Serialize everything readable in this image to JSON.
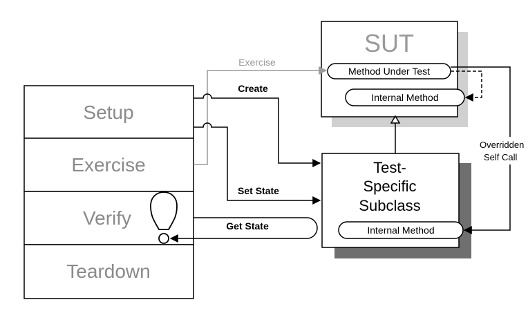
{
  "test_phases": {
    "setup": "Setup",
    "exercise": "Exercise",
    "verify": "Verify",
    "teardown": "Teardown"
  },
  "sut": {
    "title": "SUT",
    "method_under_test": "Method Under Test",
    "internal_method": "Internal Method"
  },
  "subclass": {
    "title_line1": "Test-",
    "title_line2": "Specific",
    "title_line3": "Subclass",
    "internal_method": "Internal Method"
  },
  "arrows": {
    "exercise": "Exercise",
    "create": "Create",
    "set_state": "Set State",
    "get_state": "Get State",
    "overridden_line1": "Overridden",
    "overridden_line2": "Self Call"
  },
  "icons": [
    "lightbulb-icon",
    "verify-circle-icon"
  ],
  "colors": {
    "phase_text": "#8a8a8a",
    "sut_title": "#9a9a9a",
    "light_shadow": "#d0d0d0",
    "dark_shadow": "#6f6f6f",
    "line": "#000000",
    "exercise_line": "#9a9a9a"
  }
}
